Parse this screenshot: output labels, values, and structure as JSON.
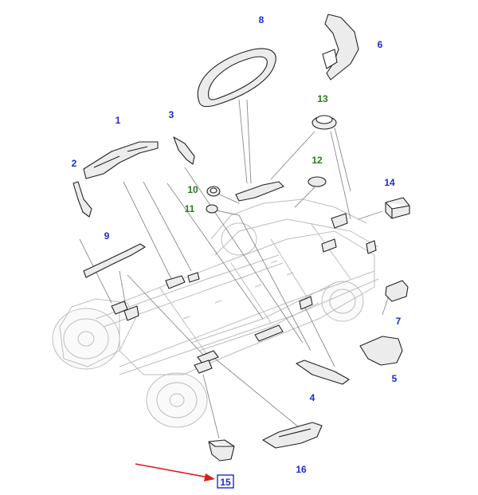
{
  "colors": {
    "label_blue": "#1a2bd4",
    "label_green": "#2a7a1e",
    "arrow_red": "#e01b1b"
  },
  "callouts": {
    "c1": "1",
    "c2": "2",
    "c3": "3",
    "c4": "4",
    "c5": "5",
    "c6": "6",
    "c7": "7",
    "c8": "8",
    "c9": "9",
    "c10": "10",
    "c11": "11",
    "c12": "12",
    "c13": "13",
    "c14": "14",
    "c15": "15",
    "c16": "16"
  },
  "highlighted_callout": "15"
}
